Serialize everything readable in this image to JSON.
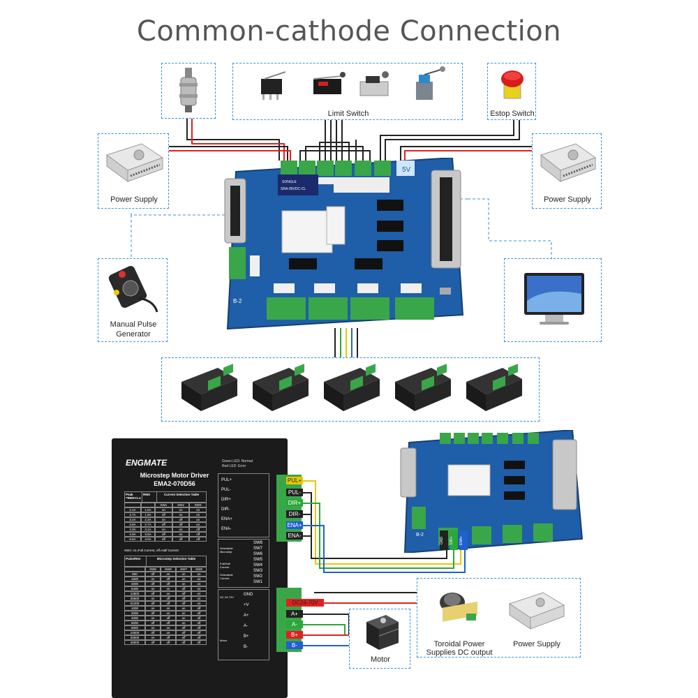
{
  "title": "Common-cathode Connection",
  "top": {
    "spindle_caption": "",
    "limit_caption": "Limit Switch",
    "estop_caption": "Estop Switch",
    "power_left_caption": "Power Supply",
    "power_right_caption": "Power Supply",
    "mpg_caption_1": "Manual Pulse",
    "mpg_caption_2": "Generator",
    "board_5v": "5V",
    "board_b2": "B-2",
    "relay_text_1": "SONGLE",
    "relay_text_2": "SRA-05VDC-CL"
  },
  "driver": {
    "brand": "ENGMATE",
    "model_line1": "Microstep Motor Driver",
    "model_line2": "EMA2-070D56",
    "led_green": "Green LED:  Normal",
    "led_red": "Red LED:     Error",
    "current_table_title": "Current Selection Table",
    "peak_hdr": "Peak =RMS×1.4",
    "rms_hdr": "RMS",
    "sw_hdrs": [
      "SW1",
      "SW2",
      "SW3"
    ],
    "current_rows": [
      [
        "2.1A",
        "1.5A",
        "on",
        "on",
        "on"
      ],
      [
        "2.7A",
        "1.9A",
        "off",
        "on",
        "on"
      ],
      [
        "3.2A",
        "2.3A",
        "on",
        "off",
        "on"
      ],
      [
        "3.8A",
        "2.7A",
        "off",
        "off",
        "on"
      ],
      [
        "4.3A",
        "3.1A",
        "on",
        "on",
        "off"
      ],
      [
        "4.9A",
        "3.5A",
        "off",
        "on",
        "off"
      ],
      [
        "5.6A",
        "4.0A",
        "off",
        "off",
        "off"
      ]
    ],
    "sw4_note": "SW4: on=Full Current, off=Half Current",
    "micro_table_title": "Microstep Selection Table",
    "pulse_hdr": "Pulse/Rev",
    "micro_sw_hdrs": [
      "SW5",
      "SW6",
      "SW7",
      "SW8"
    ],
    "micro_rows": [
      [
        "800",
        "off",
        "on",
        "on",
        "on"
      ],
      [
        "1600",
        "on",
        "off",
        "on",
        "on"
      ],
      [
        "3200",
        "off",
        "off",
        "on",
        "on"
      ],
      [
        "6400",
        "on",
        "on",
        "off",
        "on"
      ],
      [
        "12800",
        "off",
        "on",
        "off",
        "on"
      ],
      [
        "25600",
        "on",
        "off",
        "off",
        "on"
      ],
      [
        "51200",
        "off",
        "off",
        "off",
        "on"
      ],
      [
        "1000",
        "on",
        "on",
        "on",
        "off"
      ],
      [
        "2000",
        "off",
        "on",
        "on",
        "off"
      ],
      [
        "4000",
        "on",
        "off",
        "on",
        "off"
      ],
      [
        "5000",
        "off",
        "off",
        "on",
        "off"
      ],
      [
        "8000",
        "on",
        "on",
        "off",
        "off"
      ],
      [
        "10000",
        "off",
        "on",
        "off",
        "off"
      ],
      [
        "20000",
        "on",
        "off",
        "off",
        "off"
      ],
      [
        "40000",
        "off",
        "off",
        "off",
        "off"
      ]
    ],
    "signal_pins": [
      "PUL+",
      "PUL-",
      "DIR+",
      "DIR-",
      "ENA+",
      "ENA-"
    ],
    "dip_labels": [
      "SW8",
      "SW7",
      "SW6",
      "SW5",
      "SW4",
      "SW3",
      "SW2",
      "SW1"
    ],
    "dip_group_1": "Selectable Microstep",
    "dip_group_2": "Full/Half Current",
    "dip_group_3": "Selectable Current",
    "power_pins": [
      "GND",
      "+V",
      "A+",
      "A-",
      "B+",
      "B-"
    ],
    "dc_label": "DC 24-70V",
    "motor_label": "Motor"
  },
  "wire_tags": {
    "pul": "PUL+",
    "pul_minus": "PUL-",
    "dir": "DIR+",
    "dir_minus": "DIR-",
    "ena": "ENA+",
    "ena_minus": "ENA-",
    "dc": "DC24-70V",
    "a_plus": "A+",
    "a_minus": "A-",
    "b_plus": "B+",
    "b_minus": "B-"
  },
  "small_board_pins": [
    "GND",
    "DIR+",
    "ENA+"
  ],
  "bottom": {
    "motor_caption": "Motor",
    "toroid_caption_1": "Toroidal Power",
    "toroid_caption_2": "Supplies DC output",
    "power_caption": "Power Supply"
  },
  "colors": {
    "dashed_box": "#3a8fd8",
    "board_blue": "#1f5ea8",
    "terminal_green": "#3aa64a",
    "wire_red": "#e02020",
    "wire_yellow": "#e8c800",
    "wire_green": "#2aa83a",
    "wire_blue": "#2060d0",
    "wire_black": "#222222"
  }
}
